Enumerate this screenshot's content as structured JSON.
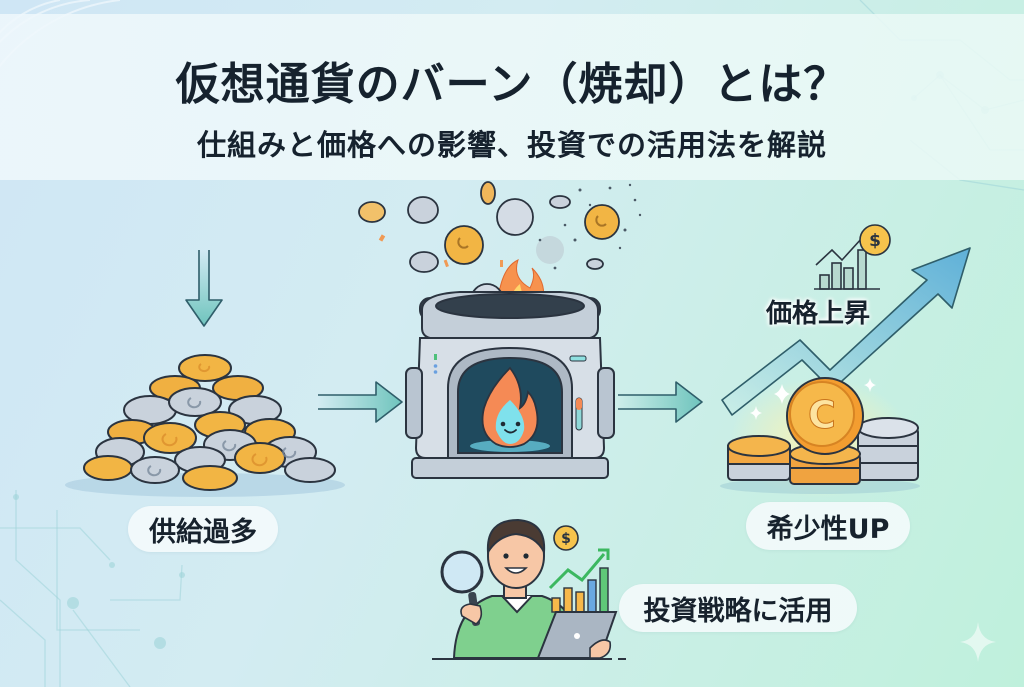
{
  "header": {
    "title": "仮想通貨のバーン（焼却）とは？",
    "subtitle": "仕組みと価格への影響、投資での活用法を解説"
  },
  "stages": [
    {
      "id": "oversupply",
      "label": "供給過多",
      "icon": "coin-pile-icon"
    },
    {
      "id": "burn",
      "label": "",
      "icon": "incinerator-with-flame-icon"
    },
    {
      "id": "scarcity",
      "label": "希少性UP",
      "icon": "coin-stacks-icon"
    }
  ],
  "price_rise": {
    "label": "価格上昇",
    "icon": "rising-arrow-chart-icon"
  },
  "investment": {
    "label": "投資戦略に活用",
    "icon": "investor-with-tablet-icon"
  },
  "colors": {
    "title_text": "#16222e",
    "arrow_teal": "#6fc4bd",
    "coin_gold": "#f2b544",
    "coin_silver": "#c9d2dc",
    "flame_orange": "#f58a55",
    "flame_blue": "#7fe1ec",
    "rise_arrow": "#5fb0d8"
  }
}
